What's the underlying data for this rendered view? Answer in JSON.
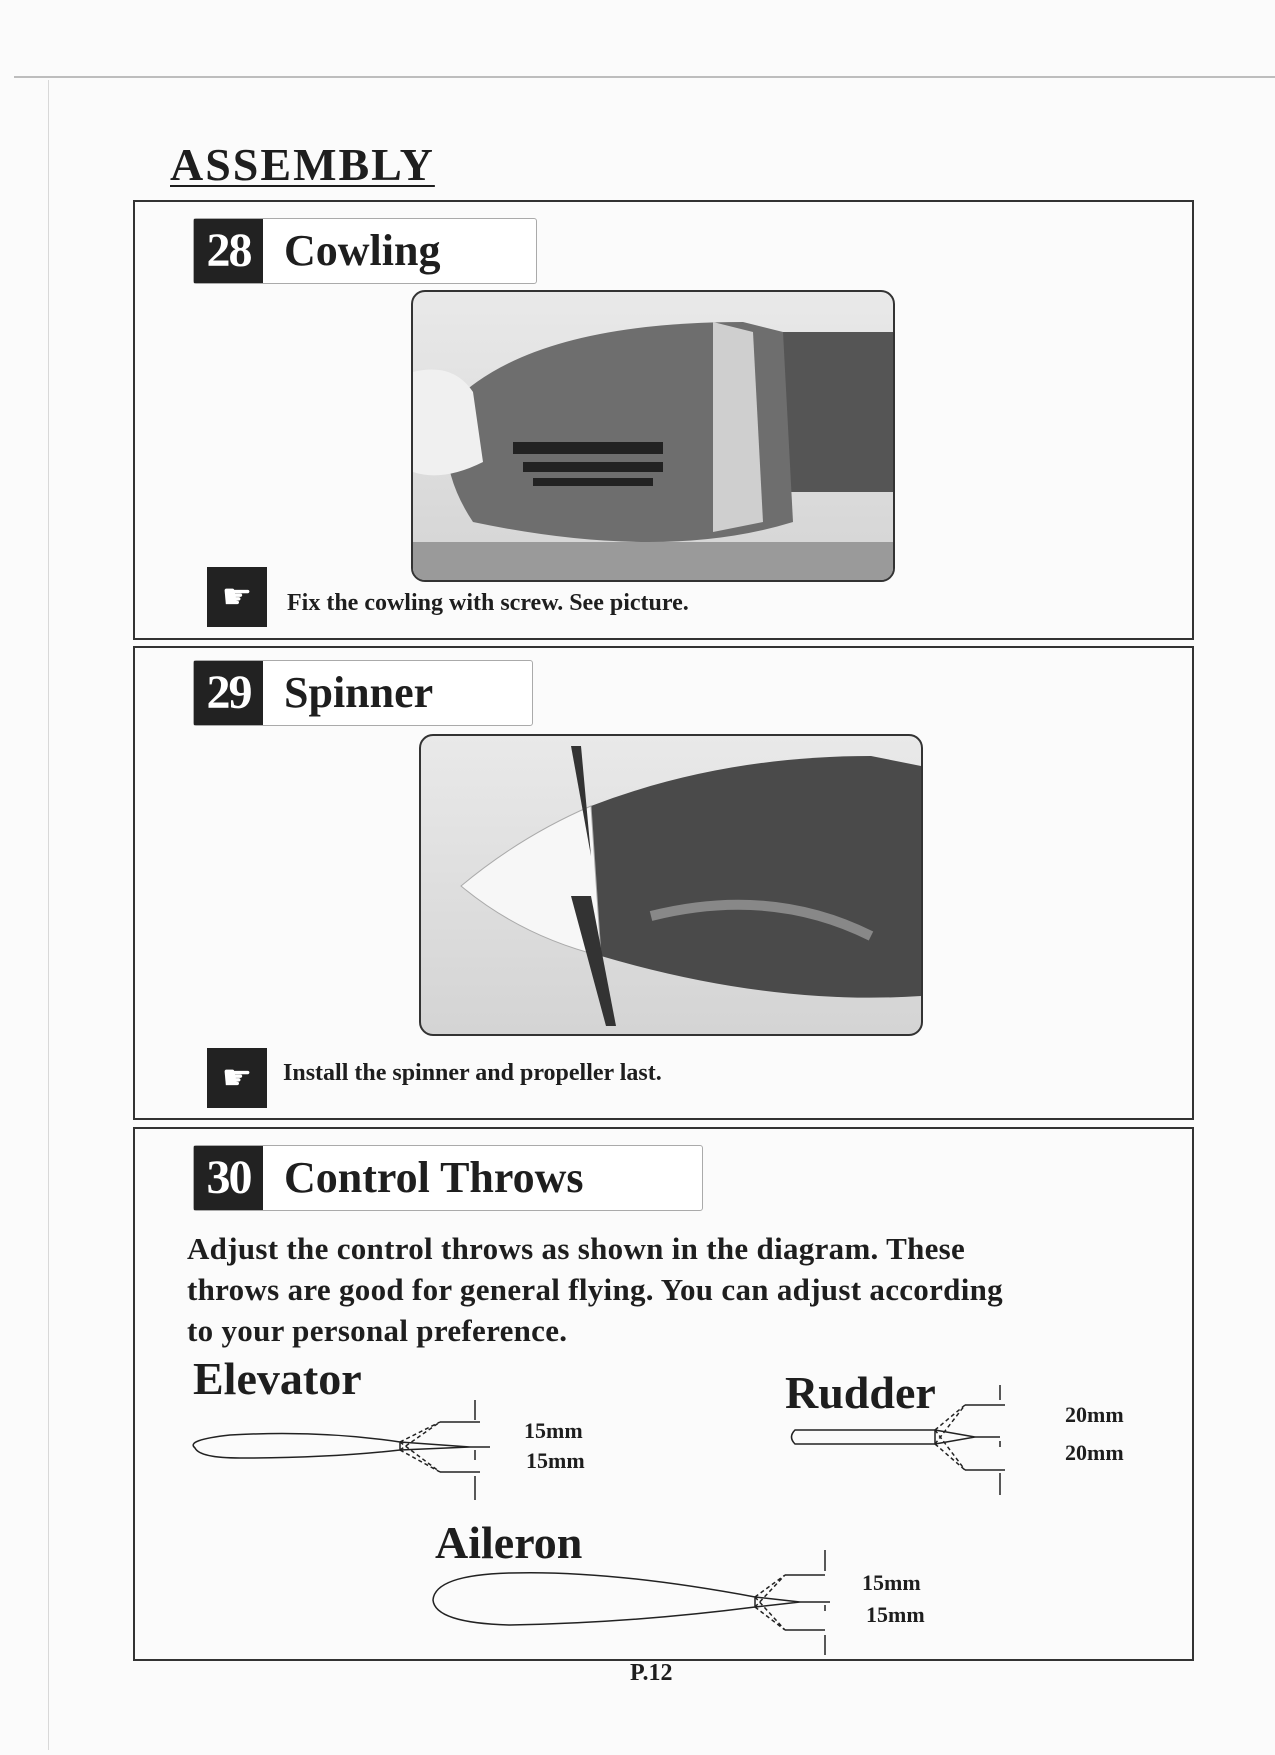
{
  "heading": "ASSEMBLY",
  "steps": [
    {
      "number": "28",
      "title": "Cowling",
      "note": "Fix the cowling with screw. See picture."
    },
    {
      "number": "29",
      "title": "Spinner",
      "note": "Install the spinner and propeller last."
    },
    {
      "number": "30",
      "title": "Control Throws",
      "paragraph": [
        "Adjust the control throws  as shown in the diagram. These",
        "throws are good for general flying. You can adjust according",
        " to your personal preference."
      ]
    }
  ],
  "diagrams": {
    "elevator": {
      "label": "Elevator",
      "up": "15mm",
      "down": "15mm"
    },
    "rudder": {
      "label": "Rudder",
      "up": "20mm",
      "down": "20mm"
    },
    "aileron": {
      "label": "Aileron",
      "up": "15mm",
      "down": "15mm"
    }
  },
  "footer": {
    "page": "P.12"
  }
}
